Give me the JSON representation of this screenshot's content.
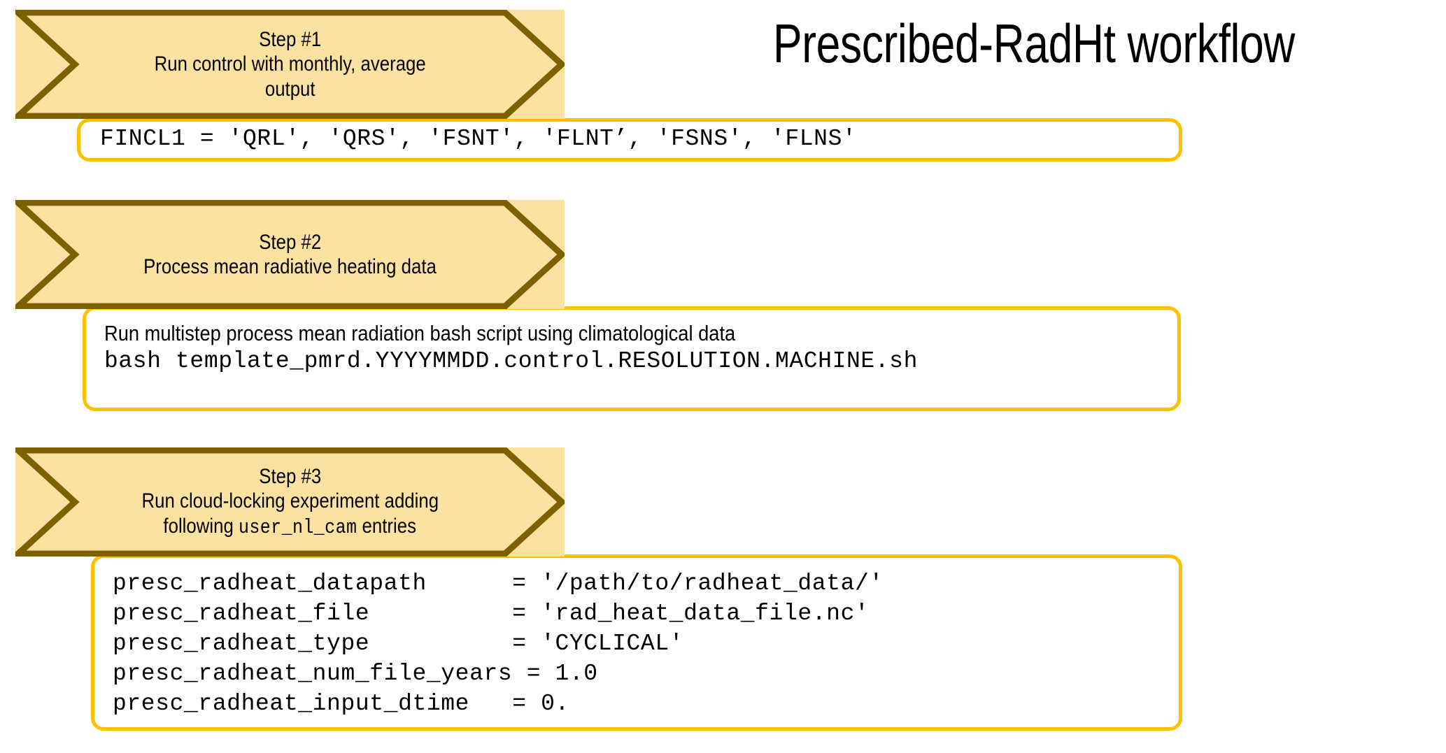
{
  "slide": {
    "title": "Prescribed-RadHt workflow",
    "background_color": "#FFFFFF",
    "chevron_fill_color": "#FBE2A0",
    "chevron_border_color": "#7F6000",
    "codebox_border_color": "#FFC000",
    "text_color": "#000000"
  },
  "steps": [
    {
      "id": "step-1",
      "heading": "Step #1",
      "description_line_1": "Run control with monthly, average",
      "description_line_2": "output",
      "code": {
        "lines": [
          "FINCL1 = 'QRL', 'QRS', 'FSNT', 'FLNT’, 'FSNS', 'FLNS'"
        ]
      }
    },
    {
      "id": "step-2",
      "heading": "Step #2",
      "description_line_1": "Process mean radiative heating data",
      "description_line_2": "",
      "code": {
        "prose": "Run multistep process mean radiation bash script using climatological data",
        "lines": [
          "bash template_pmrd.YYYYMMDD.control.RESOLUTION.MACHINE.sh"
        ]
      }
    },
    {
      "id": "step-3",
      "heading": "Step #3",
      "description_line_1": "Run cloud-locking experiment adding",
      "description_line_2_pre": "following ",
      "description_line_2_mono": "user_nl_cam",
      "description_line_2_post": " entries",
      "code": {
        "lines": [
          "presc_radheat_datapath      = '/path/to/radheat_data/'",
          "presc_radheat_file          = 'rad_heat_data_file.nc'",
          "presc_radheat_type          = 'CYCLICAL'",
          "presc_radheat_num_file_years = 1.0",
          "presc_radheat_input_dtime   = 0."
        ]
      }
    }
  ]
}
